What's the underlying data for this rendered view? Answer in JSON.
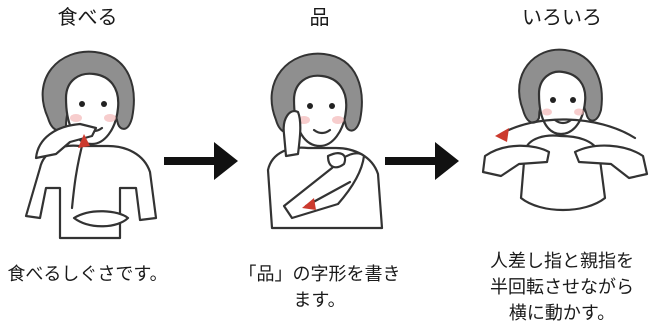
{
  "panels": [
    {
      "title": "食べる",
      "caption": [
        "食べるしぐさです。"
      ]
    },
    {
      "title": "品",
      "caption": [
        "「品」の字形を書きます。"
      ]
    },
    {
      "title": "いろいろ",
      "caption": [
        "人差し指と親指を",
        "半回転させながら",
        "横に動かす。"
      ]
    }
  ],
  "colors": {
    "motion_arrow": "#cc3a2e",
    "hair": "#8f8f8f",
    "cheek": "#f4b8b8"
  }
}
